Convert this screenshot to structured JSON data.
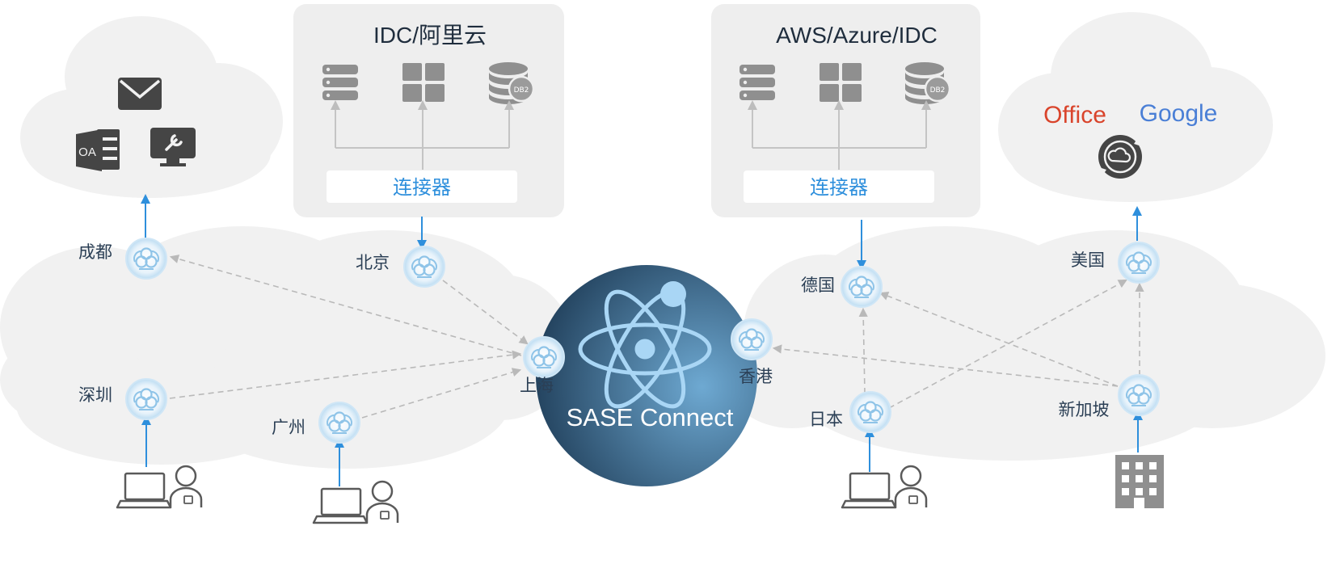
{
  "panels": {
    "idc_aliyun": {
      "title": "IDC/阿里云",
      "connector": "连接器",
      "db_badge": "DB2"
    },
    "aws_azure": {
      "title": "AWS/Azure/IDC",
      "connector": "连接器",
      "db_badge": "DB2"
    }
  },
  "core": {
    "label": "SASE Connect"
  },
  "saas": {
    "office": "Office",
    "google": "Google"
  },
  "apps": {
    "oa_badge": "OA"
  },
  "nodes": {
    "chengdu": "成都",
    "beijing": "北京",
    "shanghai": "上海",
    "shenzhen": "深圳",
    "guangzhou": "广州",
    "germany": "德国",
    "hongkong": "香港",
    "japan": "日本",
    "usa": "美国",
    "singapore": "新加坡"
  },
  "colors": {
    "accent_blue": "#2e8fdc",
    "core_dark": "#24445f",
    "core_light": "#6aa6cf",
    "cloud_fill": "#f1f1f1",
    "panel_fill": "#eeeeee",
    "icon_grey": "#8f8f8f",
    "office_red": "#d9442b"
  },
  "icons": [
    "mail-icon",
    "oa-app-icon",
    "monitor-tool-icon",
    "server-icon",
    "grid-icon",
    "database-icon",
    "pop-node-icon",
    "atom-icon",
    "laptop-user-icon",
    "building-icon",
    "sync-cloud-icon"
  ]
}
